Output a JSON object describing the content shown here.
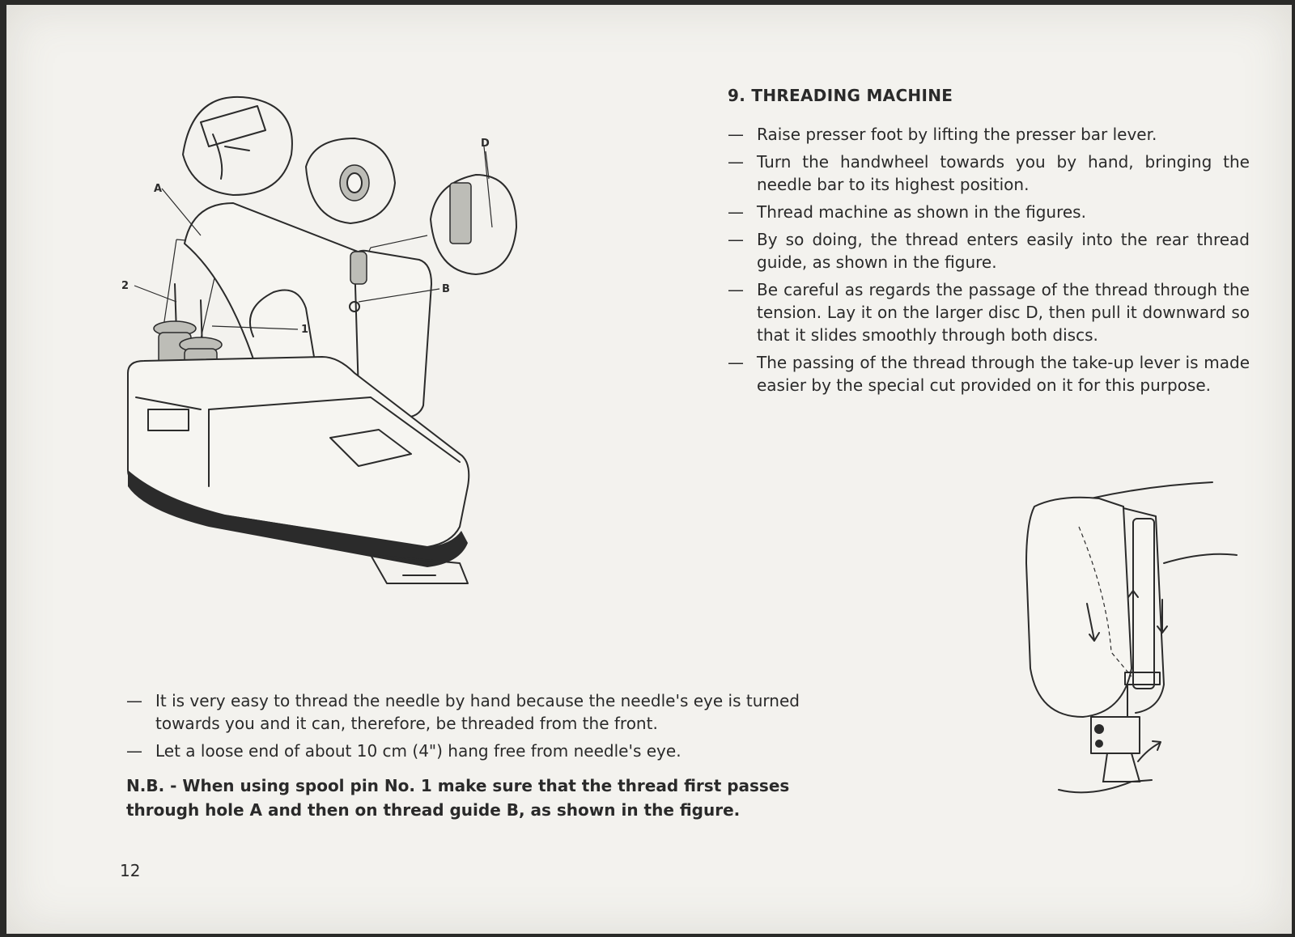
{
  "section": {
    "title": "9. THREADING MACHINE",
    "steps": [
      "Raise presser foot by lifting the presser bar lever.",
      "Turn the handwheel towards you by hand, bringing the needle bar to its highest position.",
      "Thread machine as shown in the figures.",
      "By so doing, the thread enters easily into the rear thread guide, as shown in the figure.",
      "Be careful as regards the passage of the thread through the tension. Lay it on the larger disc D, then pull it downward so that it slides smoothly through both discs.",
      "The passing of the thread through the take-up lever is made easier by the special cut provided on it for this purpose."
    ]
  },
  "bottom_notes": [
    "It is very easy to thread the needle by hand because the needle's eye is turned towards you and it can, therefore, be threaded from the front.",
    "Let a loose end of about 10 cm (4\") hang free from needle's eye."
  ],
  "nb_note": "N.B. - When using spool pin No. 1 make sure that the thread first passes through hole A and then on thread guide B, as shown in the figure.",
  "page_number": "12",
  "figure_labels": {
    "a": "A",
    "b": "B",
    "d": "D",
    "one": "1",
    "two": "2"
  }
}
